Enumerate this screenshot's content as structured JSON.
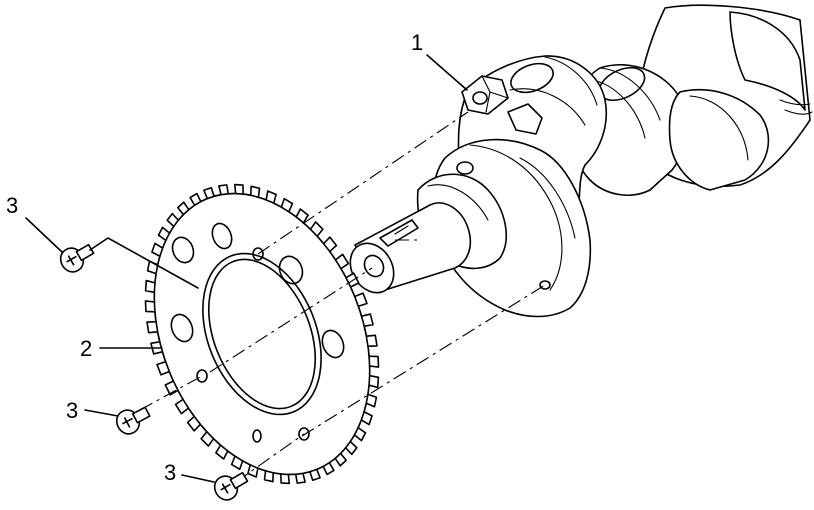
{
  "callouts": [
    {
      "label": "1",
      "part": "crankshaft"
    },
    {
      "label": "2",
      "part": "sensor-ring"
    },
    {
      "label": "3",
      "part": "screw"
    },
    {
      "label": "3",
      "part": "screw"
    },
    {
      "label": "3",
      "part": "screw"
    }
  ]
}
